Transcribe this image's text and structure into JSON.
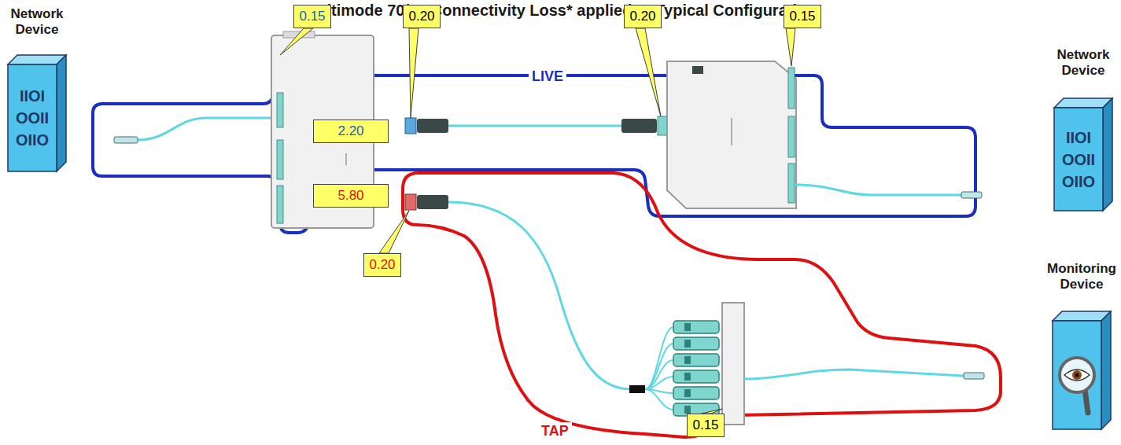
{
  "diagram": {
    "title": "Multimode 70/30 Connectivity Loss* applied to Typical Configuration",
    "nodes": [
      {
        "text": [
          "Network Device",
          "IIOI OOII OIIO"
        ]
      },
      {
        "text": [
          "Network Device",
          "IIOI OOII OIIO"
        ]
      },
      {
        "text": [
          "Monitoring Device"
        ]
      }
    ],
    "labels": [
      "0.15",
      "0.20",
      "0.20",
      "0.15",
      "LIVE",
      "2.20",
      "5.80",
      "0.20",
      "TAP",
      "0.15"
    ]
  }
}
